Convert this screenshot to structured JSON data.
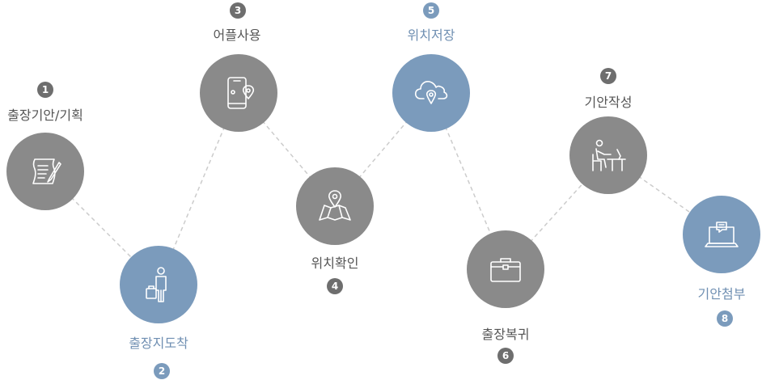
{
  "steps": [
    {
      "number": "1",
      "label": "출장기안/기획",
      "icon": "document-pen-icon",
      "color": "gray"
    },
    {
      "number": "2",
      "label": "출장지도착",
      "icon": "traveler-luggage-icon",
      "color": "blue"
    },
    {
      "number": "3",
      "label": "어플사용",
      "icon": "phone-location-icon",
      "color": "gray"
    },
    {
      "number": "4",
      "label": "위치확인",
      "icon": "map-pin-icon",
      "color": "gray"
    },
    {
      "number": "5",
      "label": "위치저장",
      "icon": "cloud-pin-icon",
      "color": "blue"
    },
    {
      "number": "6",
      "label": "출장복귀",
      "icon": "briefcase-icon",
      "color": "gray"
    },
    {
      "number": "7",
      "label": "기안작성",
      "icon": "person-at-desk-icon",
      "color": "gray"
    },
    {
      "number": "8",
      "label": "기안첨부",
      "icon": "laptop-chat-icon",
      "color": "blue"
    }
  ],
  "colors": {
    "gray_node": "#8a8a8a",
    "blue_node": "#7b9bbc",
    "gray_text": "#555555",
    "blue_text": "#6f8fb2",
    "connector": "#cccccc"
  }
}
